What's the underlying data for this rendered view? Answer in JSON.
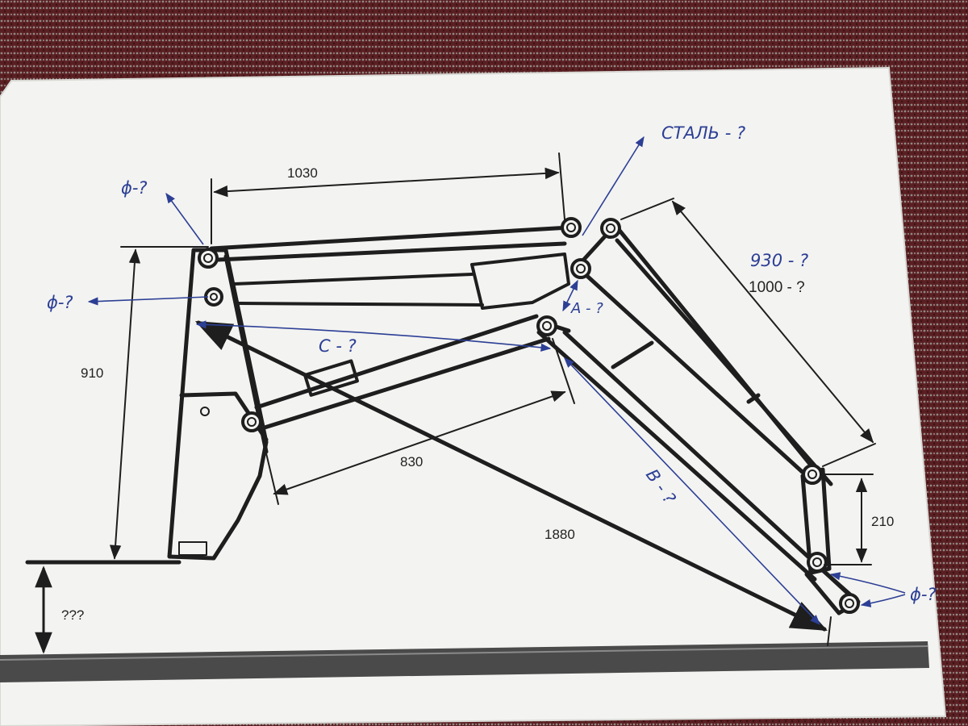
{
  "colors": {
    "carpet": "#5a1f22",
    "paper": "#f3f3f1",
    "ink": "#1e1e1e",
    "pen": "#2c3f95",
    "rail": "#4a4a4a"
  },
  "dimensions": {
    "top_length": "1030",
    "left_height": "910",
    "cylinder_span": "830",
    "diagonal": "1880",
    "bucket_link_height": "210",
    "outer_arm_1": "930 - ?",
    "outer_arm_2": "1000 - ?",
    "ground_clearance": "???"
  },
  "annotations": {
    "pin_diameter_top": "ϕ-?",
    "pin_diameter_mid": "ϕ-?",
    "pin_diameter_bottom": "ϕ-?",
    "steel": "СТАЛЬ - ?",
    "dim_a": "A - ?",
    "dim_b": "B - ?",
    "dim_c": "C - ?"
  }
}
